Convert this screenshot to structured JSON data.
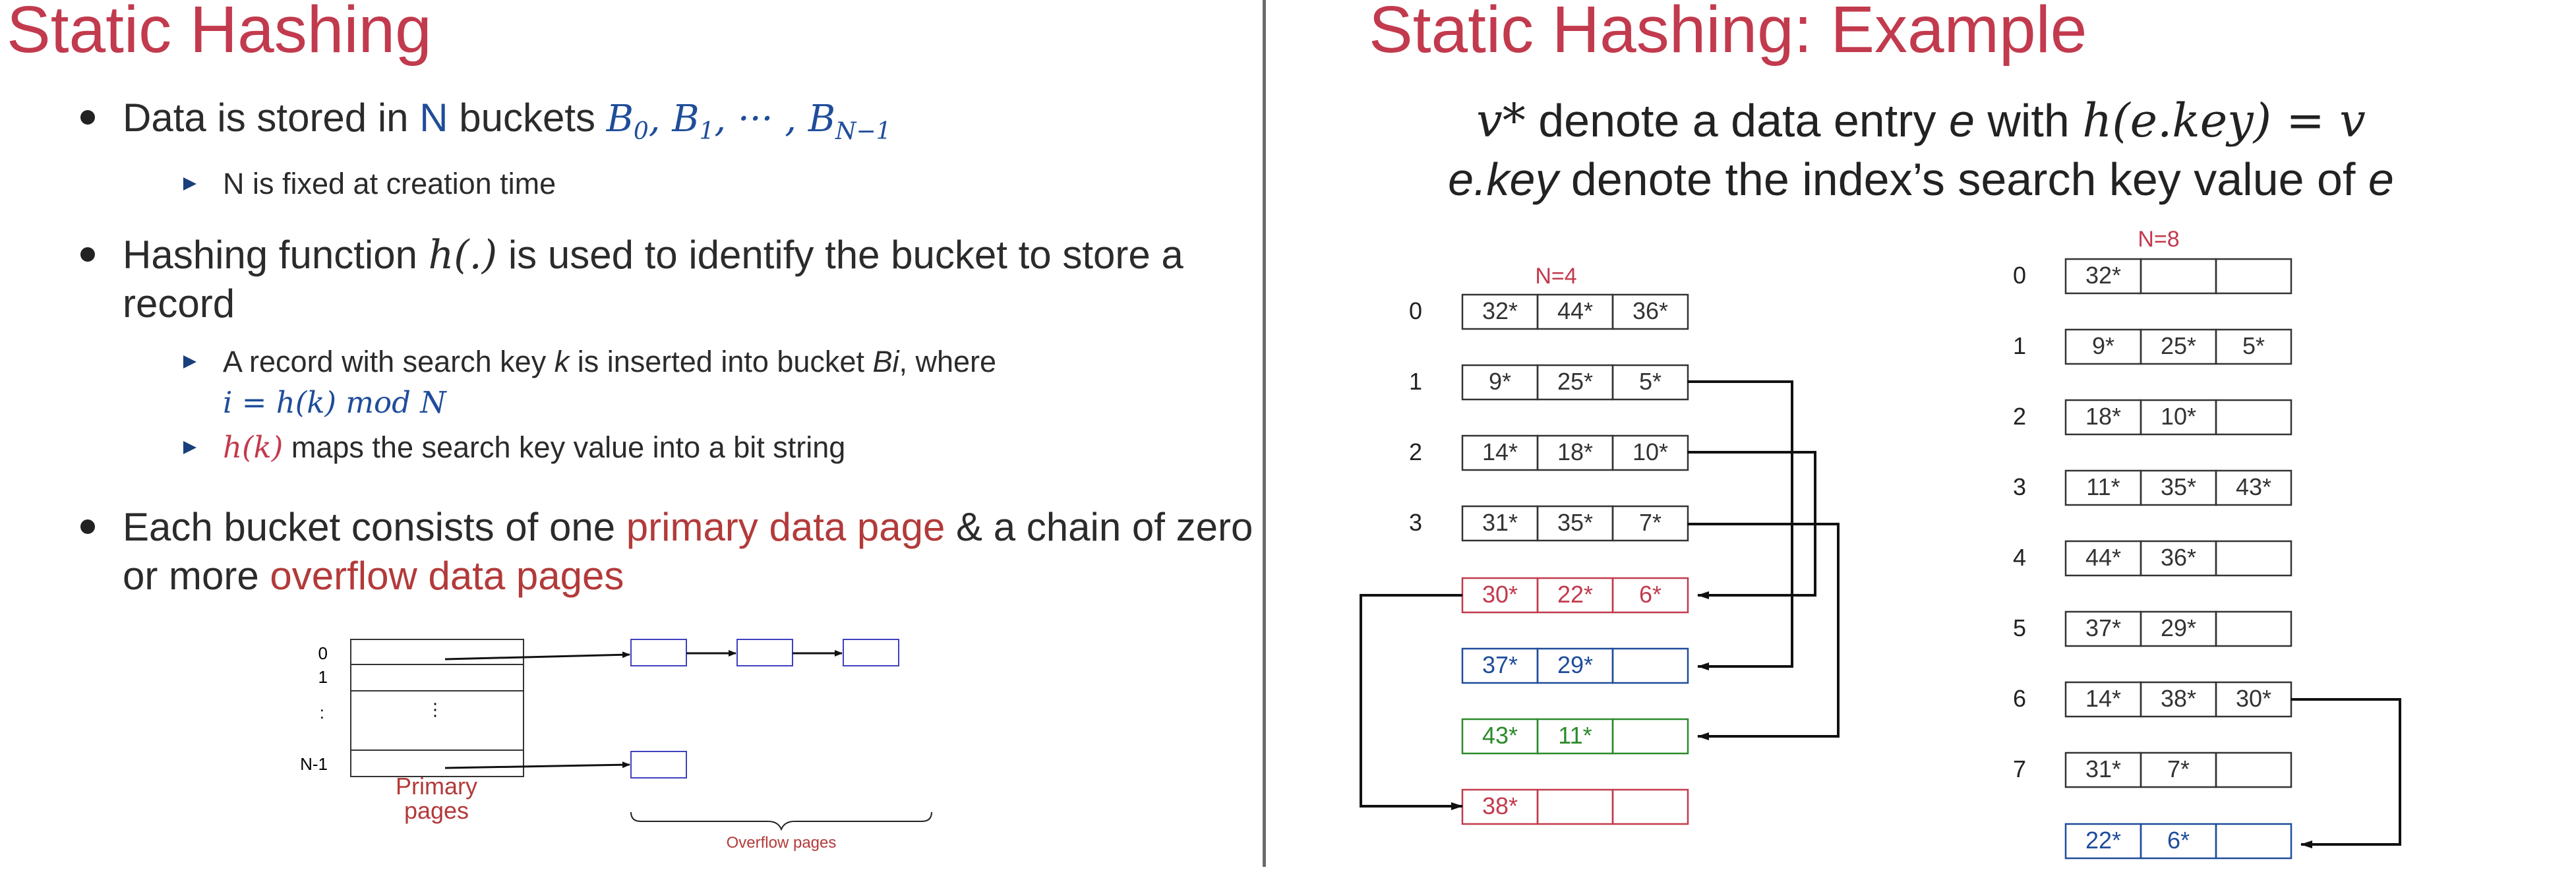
{
  "left": {
    "title": "Static Hashing",
    "bullet1": {
      "pre": "Data is stored in ",
      "n": "N",
      "mid": " buckets ",
      "buckets": "B0, B1, ··· , BN−1"
    },
    "bullet1_sub1": "N is fixed at creation time",
    "bullet2": {
      "pre": "Hashing function ",
      "fn": "h(.)",
      "post": " is used to identify the bucket to store a",
      "line2": "record"
    },
    "bullet2_sub1": {
      "pre": "A record with search key ",
      "k": "k",
      "mid": " is inserted into bucket ",
      "bi": "Bi",
      "post": ", where",
      "line2": "i = h(k) mod N"
    },
    "bullet2_sub2": {
      "fn": "h(k)",
      "post": " maps the search key value into a bit string"
    },
    "bullet3": {
      "pre": "Each bucket consists of one ",
      "primary": "primary data page",
      "mid": " & a chain of zero",
      "pre2": "or more ",
      "overflow": "overflow data pages"
    },
    "diagram": {
      "row_labels": [
        "0",
        "1",
        ":",
        "N-1"
      ],
      "primary_label_1": "Primary",
      "primary_label_2": "pages",
      "overflow_label": "Overflow pages"
    }
  },
  "right": {
    "title": "Static Hashing: Example",
    "line1": {
      "v": "v*",
      "mid": " denote a data entry ",
      "e": "e",
      "with": " with ",
      "expr": "h(e.key) = v"
    },
    "line2": {
      "ekey": "e.key",
      "mid": " denote the index’s search key value of ",
      "e": "e"
    },
    "n4": {
      "label": "N=4",
      "buckets": [
        {
          "id": "0",
          "cells": [
            "32*",
            "44*",
            "36*"
          ]
        },
        {
          "id": "1",
          "cells": [
            "9*",
            "25*",
            "5*"
          ]
        },
        {
          "id": "2",
          "cells": [
            "14*",
            "18*",
            "10*"
          ]
        },
        {
          "id": "3",
          "cells": [
            "31*",
            "35*",
            "7*"
          ]
        }
      ],
      "overflow": [
        {
          "cells": [
            "30*",
            "22*",
            "6*"
          ],
          "color": "#c23a4d"
        },
        {
          "cells": [
            "37*",
            "29*",
            ""
          ],
          "color": "#1f4d9a"
        },
        {
          "cells": [
            "43*",
            "11*",
            ""
          ],
          "color": "#2b8a2b"
        },
        {
          "cells": [
            "38*",
            "",
            ""
          ],
          "color": "#c23a4d"
        }
      ]
    },
    "n8": {
      "label": "N=8",
      "buckets": [
        {
          "id": "0",
          "cells": [
            "32*",
            "",
            ""
          ]
        },
        {
          "id": "1",
          "cells": [
            "9*",
            "25*",
            "5*"
          ]
        },
        {
          "id": "2",
          "cells": [
            "18*",
            "10*",
            ""
          ]
        },
        {
          "id": "3",
          "cells": [
            "11*",
            "35*",
            "43*"
          ]
        },
        {
          "id": "4",
          "cells": [
            "44*",
            "36*",
            ""
          ]
        },
        {
          "id": "5",
          "cells": [
            "37*",
            "29*",
            ""
          ]
        },
        {
          "id": "6",
          "cells": [
            "14*",
            "38*",
            "30*"
          ]
        },
        {
          "id": "7",
          "cells": [
            "31*",
            "7*",
            ""
          ]
        }
      ],
      "overflow": [
        {
          "cells": [
            "22*",
            "6*",
            ""
          ],
          "color": "#1f4d9a"
        }
      ]
    }
  }
}
